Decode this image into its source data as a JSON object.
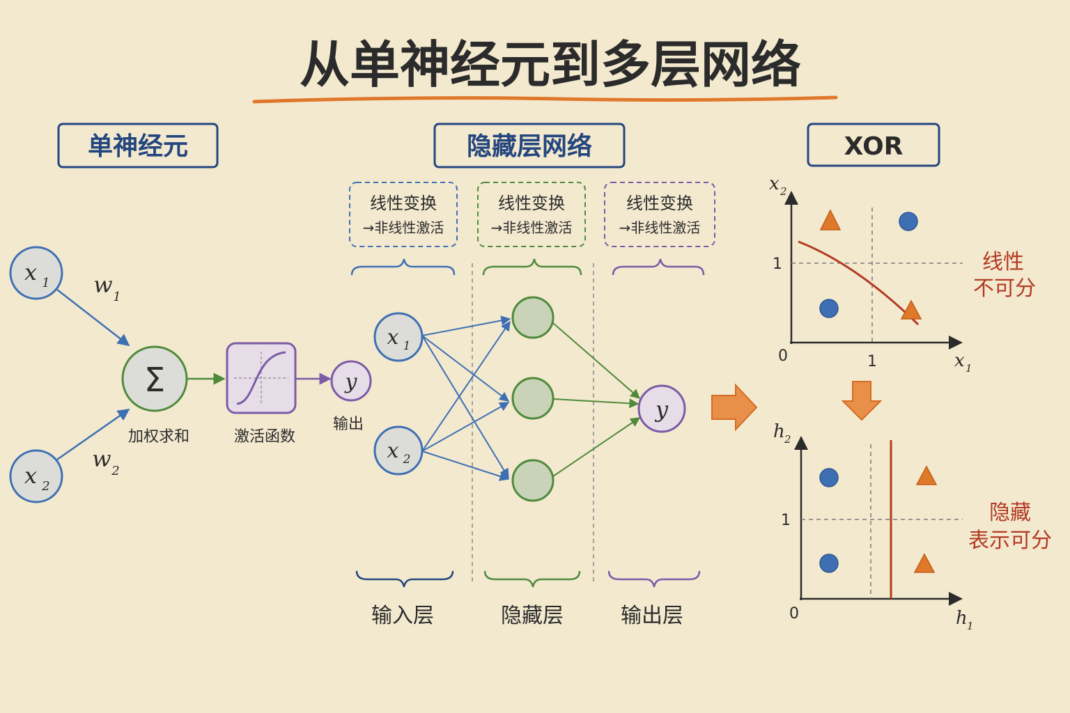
{
  "title": "从单神经元到多层网络",
  "sections": {
    "single": "单神经元",
    "hidden_net": "隐藏层网络",
    "xor": "XOR"
  },
  "single_neuron": {
    "input1_var": "x",
    "input1_sub": "1",
    "input2_var": "x",
    "input2_sub": "2",
    "weight1_var": "w",
    "weight1_sub": "1",
    "weight2_var": "w",
    "weight2_sub": "2",
    "sum_symbol": "Σ",
    "sum_label": "加权求和",
    "activation_label": "激活函数",
    "output_var": "y",
    "output_label": "输出"
  },
  "hidden_network": {
    "stage_line1": "线性变换",
    "stage_line2": "→非线性激活",
    "input1_var": "x",
    "input1_sub": "1",
    "input2_var": "x",
    "input2_sub": "2",
    "output_var": "y",
    "layers": [
      "输入层",
      "隐藏层",
      "输出层"
    ]
  },
  "xor_top": {
    "y_var": "x",
    "y_sub": "2",
    "x_var": "x",
    "x_sub": "1",
    "tick_origin": "0",
    "tick_x": "1",
    "tick_y": "1",
    "note_line1": "线性",
    "note_line2": "不可分"
  },
  "xor_bottom": {
    "y_var": "h",
    "y_sub": "2",
    "x_var": "h",
    "x_sub": "1",
    "tick_origin": "0",
    "tick_y": "1",
    "note_line1": "隐藏",
    "note_line2": "表示可分"
  },
  "colors": {
    "blue": "#3e6fb3",
    "green": "#4f8a3c",
    "purple": "#7c5aa6",
    "orange": "#e0782a",
    "red": "#b23a22",
    "navy": "#24467e"
  }
}
